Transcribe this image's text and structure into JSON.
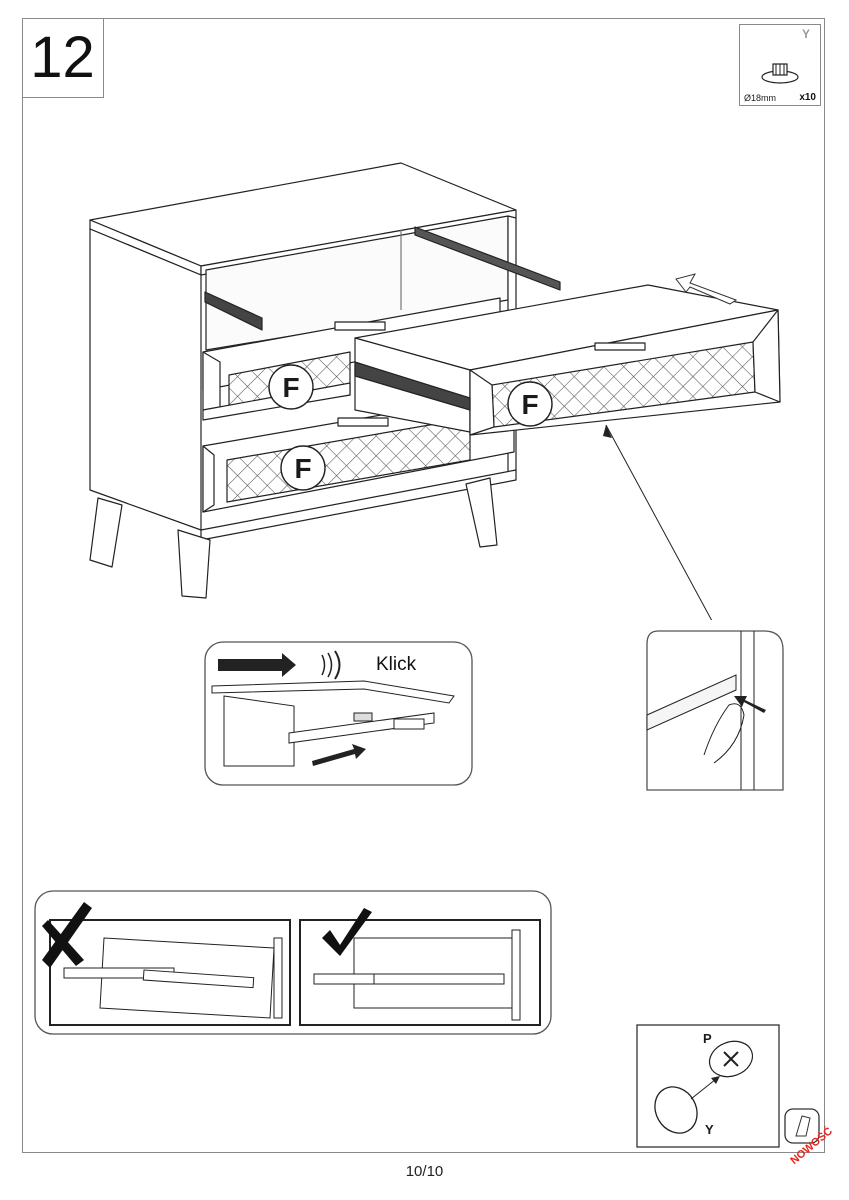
{
  "step": {
    "number": "12"
  },
  "parts": {
    "letter": "Y",
    "size": "Ø18mm",
    "quantity": "x10"
  },
  "drawer_labels": [
    "F",
    "F",
    "F"
  ],
  "detail": {
    "klick": "Klick"
  },
  "fitting": {
    "cap_label": "P",
    "knob_label": "Y"
  },
  "footer": {
    "page": "10/10",
    "badge": "NOWOŚĆ"
  },
  "icons": [
    "wardrobe-illustration",
    "wrong-cross-icon",
    "correct-check-icon",
    "manual-page-icon"
  ]
}
